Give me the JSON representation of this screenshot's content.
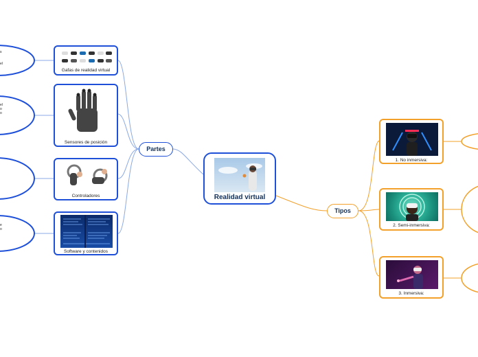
{
  "center": {
    "title": "Realidad virtual"
  },
  "branches": {
    "partes": {
      "label": "Partes"
    },
    "tipos": {
      "label": "Tipos"
    }
  },
  "partes_items": [
    {
      "label": "Gafas de realidad virtual",
      "icon": "vr-headsets-image"
    },
    {
      "label": "Sensores de posición",
      "icon": "glove-sensor-image"
    },
    {
      "label": "Controladores",
      "icon": "controllers-image"
    },
    {
      "label": "Software y contenidos",
      "icon": "software-screens-image"
    }
  ],
  "tipos_items": [
    {
      "label": "1. No inmersiva:",
      "icon": "non-immersive-image"
    },
    {
      "label": "2. Semi-inmersiva:",
      "icon": "semi-immersive-image"
    },
    {
      "label": "3. Inmersiva:",
      "icon": "immersive-image"
    }
  ],
  "colors": {
    "blue": "#1d4fd8",
    "orange": "#f2a02a",
    "line_blue": "#8aa9e6",
    "line_orange": "#f2a02a"
  }
}
